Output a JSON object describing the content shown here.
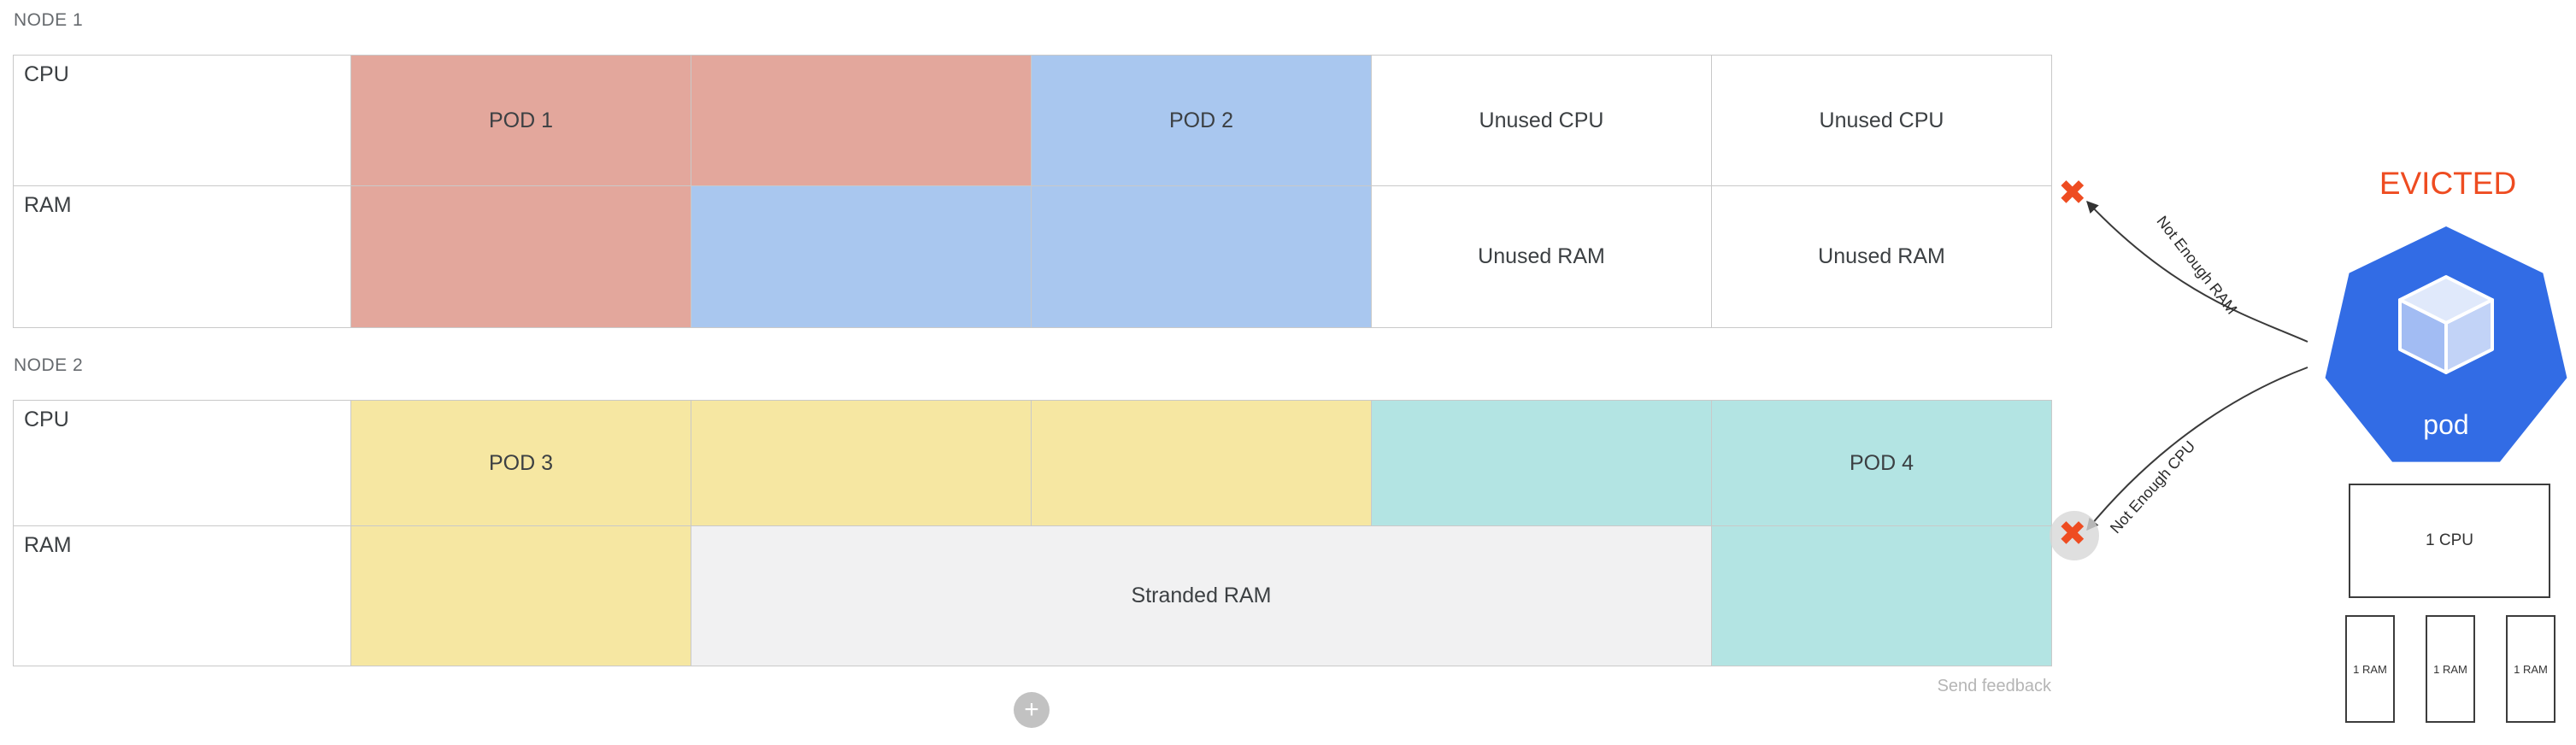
{
  "colors": {
    "salmon": "#e3a79c",
    "blue": "#a9c7ef",
    "yellow": "#f6e7a2",
    "teal": "#b3e4e3",
    "stranded_gray": "#f1f1f2",
    "border": "#c9c9c9",
    "kubernetes_blue": "#326ce5",
    "evicted_orange": "#ee4c21",
    "text_dark": "#3c4043"
  },
  "nodes": [
    {
      "label": "NODE 1",
      "rows": [
        {
          "header": "CPU",
          "cells": [
            {
              "text": "POD 1"
            },
            {
              "text": ""
            },
            {
              "text": "POD 2"
            },
            {
              "text": "Unused CPU"
            },
            {
              "text": "Unused CPU"
            }
          ]
        },
        {
          "header": "RAM",
          "cells": [
            {
              "text": ""
            },
            {
              "text": ""
            },
            {
              "text": ""
            },
            {
              "text": "Unused RAM"
            },
            {
              "text": "Unused RAM"
            }
          ]
        }
      ]
    },
    {
      "label": "NODE 2",
      "rows": [
        {
          "header": "CPU",
          "cells": [
            {
              "text": "POD 3"
            },
            {
              "text": ""
            },
            {
              "text": ""
            },
            {
              "text": ""
            },
            {
              "text": "POD 4"
            }
          ]
        },
        {
          "header": "RAM",
          "cells": [
            {
              "text": ""
            },
            {
              "text": "Stranded RAM"
            },
            {
              "text": ""
            }
          ]
        }
      ]
    }
  ],
  "evicted_pod": {
    "title": "EVICTED",
    "pod_label": "pod",
    "cpu_requirement": "1 CPU",
    "ram_requirements": [
      "1 RAM",
      "1 RAM",
      "1 RAM"
    ]
  },
  "annotations": {
    "not_enough_ram": "Not Enough RAM",
    "not_enough_cpu": "Not Enough CPU",
    "x_mark": "✖"
  },
  "footer": {
    "send_feedback": "Send feedback",
    "add_button_label": "+"
  }
}
